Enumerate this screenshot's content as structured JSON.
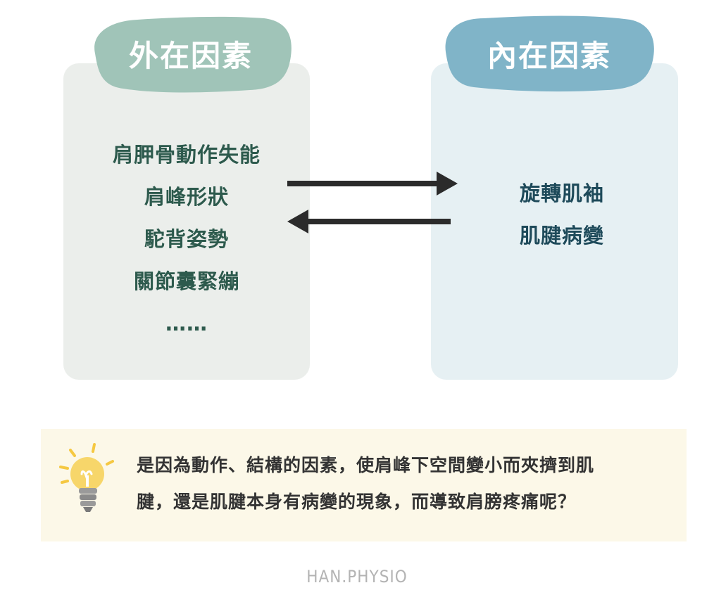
{
  "external": {
    "title": "外在因素",
    "items": [
      "肩胛骨動作失能",
      "肩峰形狀",
      "駝背姿勢",
      "關節囊緊繃",
      "……"
    ]
  },
  "internal": {
    "title": "內在因素",
    "items": [
      "旋轉肌袖",
      "肌腱病變"
    ]
  },
  "note": {
    "line1": "是因為動作、結構的因素，使肩峰下空間變小而夾擠到肌",
    "line2": "腱，還是肌腱本身有病變的現象，而導致肩膀疼痛呢？"
  },
  "footer": "HAN.PHYSIO",
  "colors": {
    "external_tag": "#a0c4b8",
    "internal_tag": "#80b4c8",
    "external_card": "#ebeeeb",
    "internal_card": "#e6f0f3",
    "note_bg": "#fcf8e8",
    "arrow": "#2b2b2b"
  },
  "icons": {
    "note_icon": "lightbulb-icon"
  }
}
